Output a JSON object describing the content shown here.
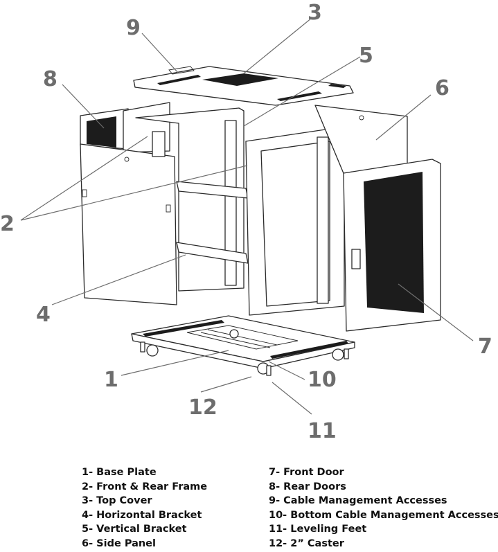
{
  "callouts": {
    "c1": "1",
    "c2": "2",
    "c3": "3",
    "c4": "4",
    "c5": "5",
    "c6": "6",
    "c7": "7",
    "c8": "8",
    "c9": "9",
    "c10": "10",
    "c11": "11",
    "c12": "12"
  },
  "legend": {
    "left": [
      "1- Base Plate",
      "2- Front & Rear Frame",
      "3- Top Cover",
      "4- Horizontal Bracket",
      "5- Vertical Bracket",
      "6- Side Panel"
    ],
    "right": [
      "7- Front Door",
      "8- Rear Doors",
      "9- Cable Management Accesses",
      "10- Bottom  Cable Management Accesses",
      "11- Leveling Feet",
      "12- 2” Caster"
    ]
  }
}
